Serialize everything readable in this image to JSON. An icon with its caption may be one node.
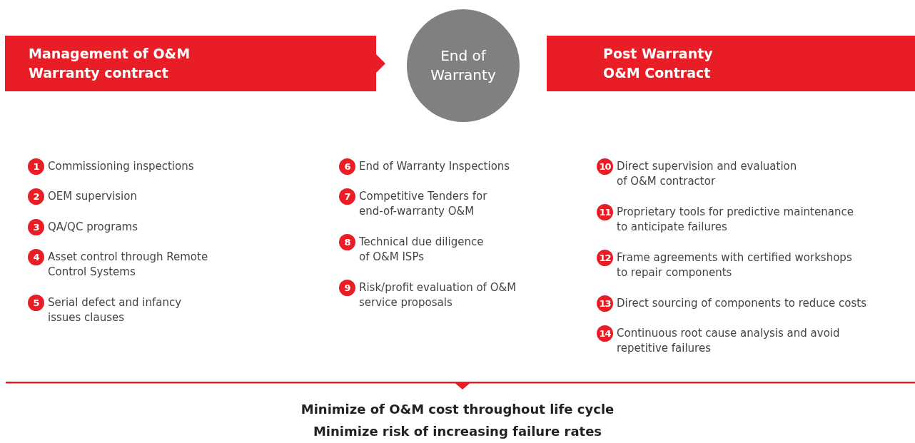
{
  "diagram": {
    "nodes": [
      {
        "text": [
          "Management of O&M Warranty contract"
        ]
      },
      {
        "text": [
          "End of Warranty"
        ]
      },
      {
        "text": [
          "Post Warranty O&M Contract"
        ]
      },
      {
        "text": [
          "1"
        ],
        "beside": [
          "Commissioning inspections"
        ]
      },
      {
        "text": [
          "2"
        ],
        "beside": [
          "OEM supervision"
        ]
      },
      {
        "text": [
          "3"
        ],
        "beside": [
          "QA/QC programs"
        ]
      },
      {
        "text": [
          "4"
        ],
        "beside": [
          "Asset control through Remote Control Systems"
        ]
      },
      {
        "text": [
          "5"
        ],
        "beside": [
          "Serial defect and infancy issues clauses"
        ]
      },
      {
        "text": [
          "6"
        ],
        "beside": [
          "End of Warranty Inspections"
        ]
      },
      {
        "text": [
          "7"
        ],
        "beside": [
          "Competitive Tenders for end-of-warranty O&M"
        ]
      },
      {
        "text": [
          "8"
        ],
        "beside": [
          "Technical due diligence of O&M ISPs"
        ]
      },
      {
        "text": [
          "9"
        ],
        "beside": [
          "Risk/profit evaluation of O&M service proposals"
        ]
      },
      {
        "text": [
          "10"
        ],
        "beside": [
          "Direct supervision and evaluation of O&M contractor"
        ]
      },
      {
        "text": [
          "11"
        ],
        "beside": [
          "Proprietary tools for predictive maintenance to anticipate failures"
        ]
      },
      {
        "text": [
          "12"
        ],
        "beside": [
          "Frame agreements with certified workshops to repair components"
        ]
      },
      {
        "text": [
          "13"
        ],
        "beside": [
          "Direct sourcing of components to reduce costs"
        ]
      },
      {
        "text": [
          "14"
        ],
        "beside": [
          "Continuous root cause analysis and avoid repetitive failures"
        ]
      }
    ],
    "labels": [
      "Minimize of O&M cost throughout life cycle",
      "Minimize risk of increasing failure rates"
    ]
  }
}
